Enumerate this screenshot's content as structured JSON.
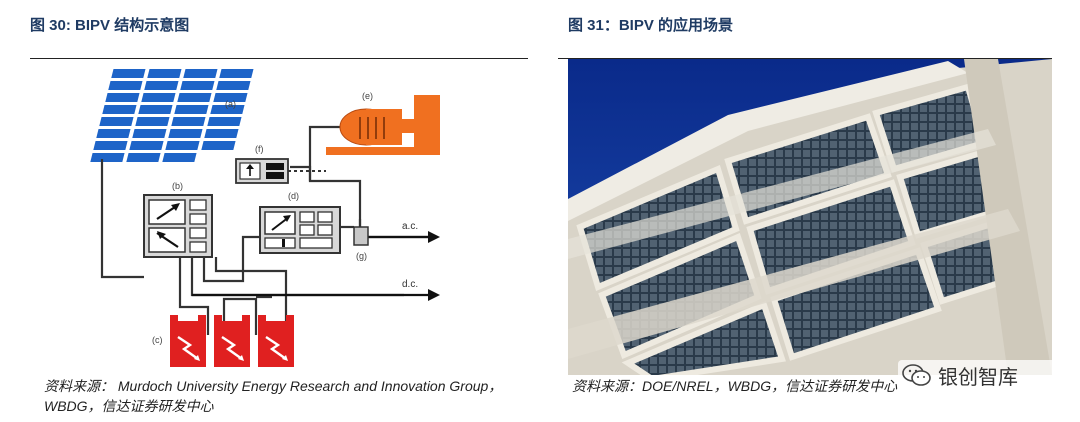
{
  "figures": [
    {
      "title": "图 30: BIPV 结构示意图",
      "labels": {
        "a": "(a)",
        "b": "(b)",
        "c": "(c)",
        "d": "(d)",
        "e": "(e)",
        "f": "(f)",
        "g": "(g)",
        "ac": "a.c.",
        "dc": "d.c."
      },
      "source": "资料来源： Murdoch University Energy Research and Innovation Group，WBDG，信达证券研发中心"
    },
    {
      "title": "图 31：BIPV 的应用场景",
      "source": "资料来源：DOE/NREL，WBDG，信达证券研发中心"
    }
  ],
  "watermark": {
    "text": "银创智库",
    "icon": "wechat-icon"
  },
  "colors": {
    "title": "#1f3b63",
    "panel_blue": "#1e64c8",
    "generator_orange": "#f07020",
    "battery_red": "#e02020",
    "sky_blue": "#0a2a8a"
  }
}
